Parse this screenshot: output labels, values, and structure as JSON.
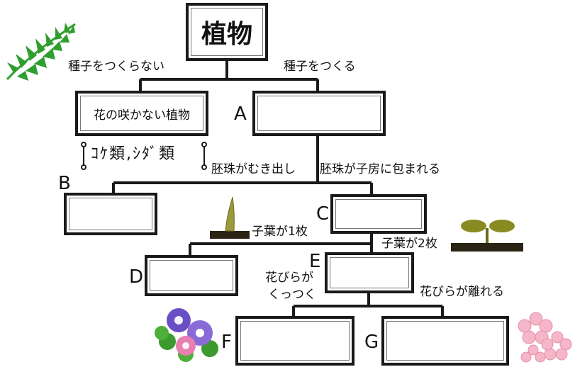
{
  "root": {
    "label": "植物"
  },
  "branches": {
    "no_seed": "種子をつくらない",
    "seed": "種子をつくる",
    "exposed_ovule": "胚珠がむき出し",
    "enclosed_ovule": "胚珠が子房に包まれる",
    "one_cotyledon": "子葉が1枚",
    "two_cotyledons": "子葉が2枚",
    "petals_joined_line1": "花びらが",
    "petals_joined_line2": "くっつく",
    "petals_separate": "花びらが離れる"
  },
  "boxes": {
    "non_flowering": "花の咲かない植物",
    "moss_fern": "ｺｹ類,ｼﾀﾞ類"
  },
  "letters": {
    "a": "A",
    "b": "B",
    "c": "C",
    "d": "D",
    "e": "E",
    "f": "F",
    "g": "G"
  },
  "colors": {
    "line": "#1a1a1a",
    "fern": "#2e9e2e",
    "soil": "#2b2414",
    "sprout": "#7a7a1a",
    "morning_glory": "#7b5fc9",
    "cherry": "#f4b6c8"
  }
}
